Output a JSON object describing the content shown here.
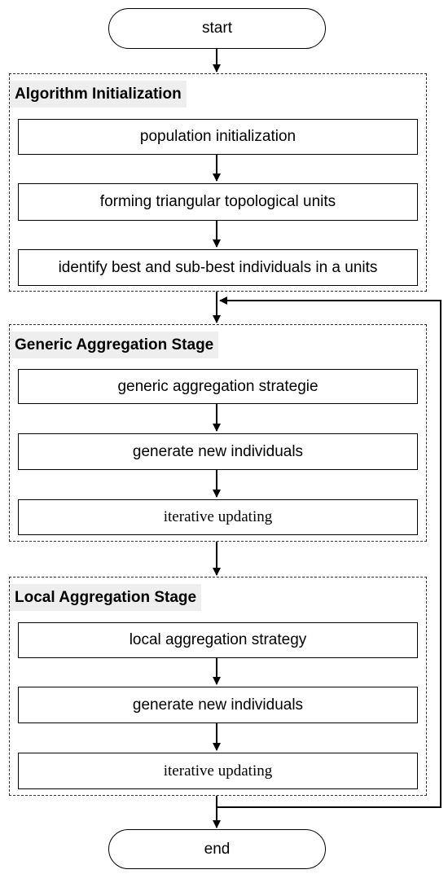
{
  "start_label": "start",
  "end_label": "end",
  "stages": [
    {
      "title": "Algorithm Initialization",
      "steps": [
        "population initialization",
        "forming triangular topological units",
        "identify best and sub-best individuals in a units"
      ]
    },
    {
      "title": "Generic Aggregation Stage",
      "steps": [
        "generic aggregation strategie",
        "generate new individuals",
        "iterative updating"
      ]
    },
    {
      "title": "Local Aggregation Stage",
      "steps": [
        "local aggregation strategy",
        "generate new individuals",
        "iterative updating"
      ]
    }
  ]
}
